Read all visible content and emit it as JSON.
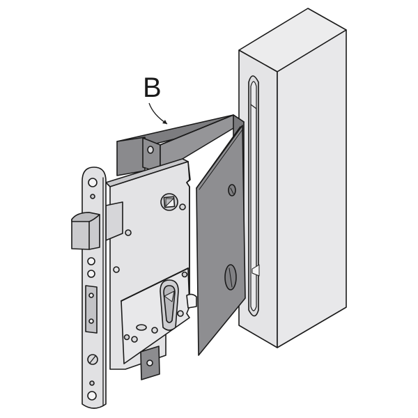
{
  "diagram": {
    "subject": "mortise lock with strike box housing",
    "callout": {
      "label": "B",
      "points_to": "housing-box-b"
    },
    "colors": {
      "background": "#ffffff",
      "outline": "#1a1a1a",
      "light_metal": "#e6e6e7",
      "mid_metal": "#d0d0d2",
      "dark_housing": "#8c8c8e",
      "dark_housing_shade": "#6e6e70"
    }
  }
}
